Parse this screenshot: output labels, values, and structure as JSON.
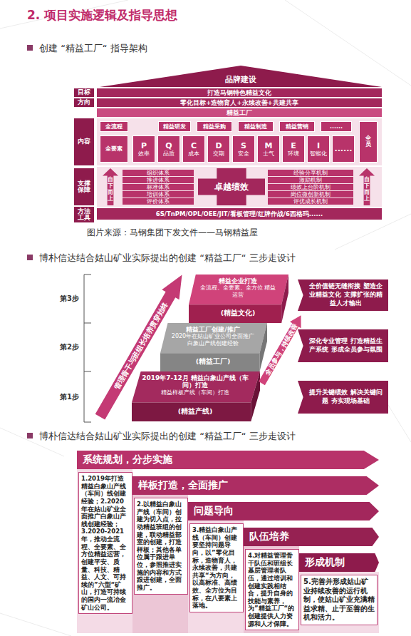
{
  "diagram": {
    "title": "2. 项目实施逻辑及指导思想",
    "caption": "图片来源：马钢集团下发文件——马钢精益屋",
    "nodes": [
      {
        "text": [
          "品牌建设"
        ]
      },
      {
        "text": [
          "目标"
        ]
      },
      {
        "text": [
          "打造马钢特色精益文化"
        ]
      },
      {
        "text": [
          "方向"
        ]
      },
      {
        "text": [
          "零化目标+造物育人+永续改善+共建共享"
        ]
      },
      {
        "text": [
          "精益工厂"
        ]
      },
      {
        "text": [
          "内容"
        ]
      },
      {
        "text": [
          "全流程"
        ]
      },
      {
        "text": [
          "精益研发"
        ]
      },
      {
        "text": [
          "精益采购"
        ]
      },
      {
        "text": [
          "精益制造"
        ]
      },
      {
        "text": [
          "精益营销"
        ]
      },
      {
        "text": [
          "......"
        ]
      },
      {
        "text": [
          "全要素"
        ]
      },
      {
        "text": [
          "P",
          "效率"
        ]
      },
      {
        "text": [
          "Q",
          "品质"
        ]
      },
      {
        "text": [
          "C",
          "成本"
        ]
      },
      {
        "text": [
          "D",
          "交期"
        ]
      },
      {
        "text": [
          "S",
          "安全"
        ]
      },
      {
        "text": [
          "M",
          "士气"
        ]
      },
      {
        "text": [
          "E",
          "环境"
        ]
      },
      {
        "text": [
          "I",
          "智能化"
        ]
      },
      {
        "text": [
          "......"
        ]
      },
      {
        "text": [
          "全员"
        ]
      },
      {
        "text": [
          "支撑保障"
        ]
      },
      {
        "text": [
          "自下而上"
        ]
      },
      {
        "text": [
          "组织体系"
        ]
      },
      {
        "text": [
          "推进体系"
        ]
      },
      {
        "text": [
          "标准体系"
        ]
      },
      {
        "text": [
          "培训体系"
        ]
      },
      {
        "text": [
          "评价体系"
        ]
      },
      {
        "text": [
          "卓越绩效"
        ]
      },
      {
        "text": [
          "经验分享机制"
        ]
      },
      {
        "text": [
          "激励机制"
        ]
      },
      {
        "text": [
          "绩效上台阶机制"
        ]
      },
      {
        "text": [
          "岗位微创新机制"
        ]
      },
      {
        "text": [
          "评优成长机制"
        ]
      },
      {
        "text": [
          "自下而上"
        ]
      },
      {
        "text": [
          "方法工具"
        ]
      },
      {
        "text": [
          "6S/TnPM/OPL/OEE/JIT/看板管理/红牌作战/6西格玛......"
        ]
      },
      {
        "text": [
          "精益企业打造",
          "全流程、全要素、全方位 精益运营",
          "(精益文化)"
        ]
      },
      {
        "text": [
          "精益工厂创建/推广",
          "2020年在姑山矿业公司全面推广白象山产线创建经验",
          "(精益工厂)"
        ]
      },
      {
        "text": [
          "2019年7-12月 精益白象山产线（车间）打造",
          "精益样板产线（车间）打造",
          "(精益产线)"
        ]
      },
      {
        "text": [
          "管理骨干与班组长培养贯穿始终"
        ]
      },
      {
        "text": [
          "全员参与，持续改善"
        ]
      },
      {
        "text": [
          "全价值链无缝衔接 塑造企业精益文化 支撑扩张的精益人才输出"
        ]
      },
      {
        "text": [
          "深化专业管理 打造精益生产系统 形成全员参与氛围"
        ]
      },
      {
        "text": [
          "提升关键绩效 解决关键问题 夯实现场基础"
        ]
      },
      {
        "text": [
          "系统规划，分步实施"
        ]
      },
      {
        "text": [
          "样板打造，全面推广"
        ]
      },
      {
        "text": [
          "问题导向"
        ]
      },
      {
        "text": [
          "队伍培养"
        ]
      },
      {
        "text": [
          "形成机制"
        ]
      },
      {
        "text": [
          "1.2019年打造精益白象山产线（车间）线创建经验；2.2020年在姑山矿业全面推广白象山产线创建经验；3.2020-2021年，推动全流程、全要素、全方位精益运营，创建平安、质量、科技、精益、人文、可持续的”六型“矿山，打造可持续的国内一流冶金矿山公司。"
        ]
      },
      {
        "text": [
          "2.以精益白象山产线（车间）创建为切入点，拉动精益班组的创建，联动精益部室的创建，打造样板；其他各单位属于跟进单位，参照推进实施的内容和方式跟进创建，全面推广。"
        ]
      },
      {
        "text": [
          "3.精益白象山产线（车间）创建要坚持问题导向，以”零化目标，造物育人，永续改善，共建共享“为方向，以高标准、高绩效、全方位为目标，在八要素上落地。"
        ]
      },
      {
        "text": [
          "4.对精益管理骨干队伍和班组长基层管理者队伍，通过培训和创建实践相结合，提升自身的技能与素养，为”精益工厂“的创建提供人力资源和人才保障。"
        ]
      },
      {
        "text": [
          "5.完善并形成姑山矿业持续改善的运行机制，使姑山矿业充满精益求精、止于至善的生机和活力。"
        ]
      }
    ],
    "labels": [
      "创建 “精益工厂“ 指导架构",
      "博朴信达结合姑山矿业实际提出的创建 “精益工厂“ 三步走设计",
      "第3步",
      "第2步",
      "第1步",
      "博朴信达结合姑山矿业实际提出的创建 “精益工厂“ 三步走设计"
    ]
  }
}
